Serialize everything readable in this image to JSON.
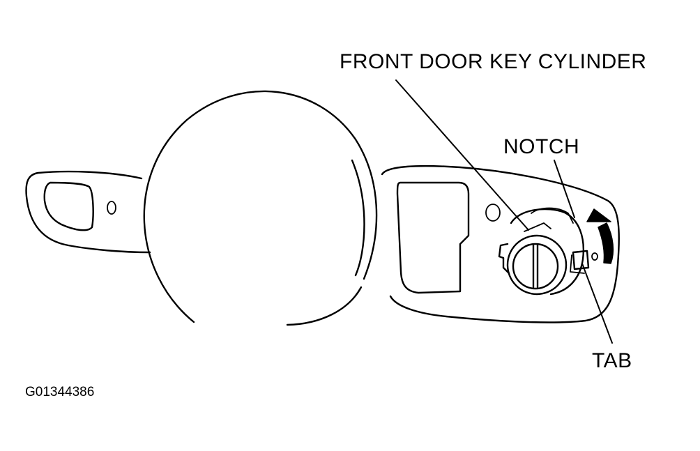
{
  "labels": {
    "key_cylinder": "FRONT DOOR KEY CYLINDER",
    "notch": "NOTCH",
    "tab": "TAB",
    "figure_id": "G01344386"
  },
  "colors": {
    "line": "#000000",
    "background": "#ffffff"
  }
}
